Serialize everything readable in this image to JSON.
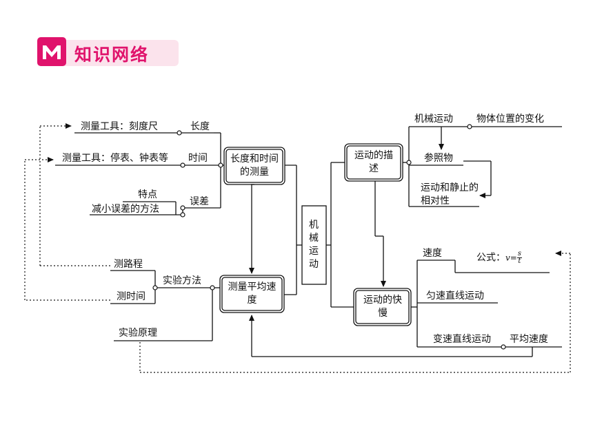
{
  "header": {
    "title": "知识网络"
  },
  "colors": {
    "accent": "#e0136c",
    "badge_bg": "#fbe3ec",
    "line": "#111111"
  },
  "boxes": {
    "length_time": "长度和时间的测量",
    "avg_speed": "测量平均速度",
    "mechanical": "机械运动",
    "description": "运动的描述",
    "speed_fast_slow": "运动的快慢"
  },
  "left": {
    "tool_length": "测量工具：刻度尺",
    "length": "长度",
    "tool_time": "测量工具：停表、钟表等",
    "time": "时间",
    "feature": "特点",
    "reduce_error": "减小误差的方法",
    "error": "误差",
    "measure_distance": "测路程",
    "measure_time": "测时间",
    "experiment_method": "实验方法",
    "experiment_principle": "实验原理"
  },
  "right": {
    "mechanical_motion": "机械运动",
    "position_change": "物体位置的变化",
    "reference": "参照物",
    "relativity": "运动和静止的相对性",
    "speed": "速度",
    "formula_label": "公式：",
    "formula_lhs": "v=",
    "formula_num": "s",
    "formula_den": "t",
    "uniform": "匀速直线运动",
    "variable": "变速直线运动",
    "avg_speed": "平均速度"
  }
}
